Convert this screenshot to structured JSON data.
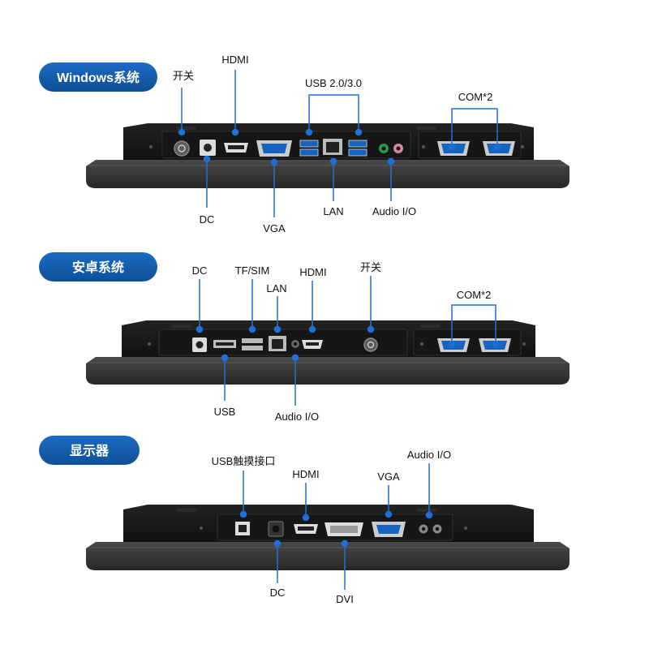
{
  "colors": {
    "accent": "#1259a8",
    "callout": "#1f6fd6",
    "panel": "#1a1a1a",
    "panel_edge": "#2e2e2e",
    "frame": "#3a3a3a",
    "port_blue": "#1565c0"
  },
  "sections": [
    {
      "title": "Windows系统",
      "labels": {
        "power": "开关",
        "hdmi": "HDMI",
        "usb": "USB 2.0/3.0",
        "com": "COM*2",
        "dc": "DC",
        "vga": "VGA",
        "lan": "LAN",
        "audio": "Audio I/O"
      }
    },
    {
      "title": "安卓系统",
      "labels": {
        "dc": "DC",
        "tfsim": "TF/SIM",
        "lan": "LAN",
        "hdmi": "HDMI",
        "power": "开关",
        "com": "COM*2",
        "usb": "USB",
        "audio": "Audio I/O"
      }
    },
    {
      "title": "显示器",
      "labels": {
        "usbtouch": "USB触摸接口",
        "hdmi": "HDMI",
        "vga": "VGA",
        "audio": "Audio I/O",
        "dc": "DC",
        "dvi": "DVI"
      }
    }
  ]
}
